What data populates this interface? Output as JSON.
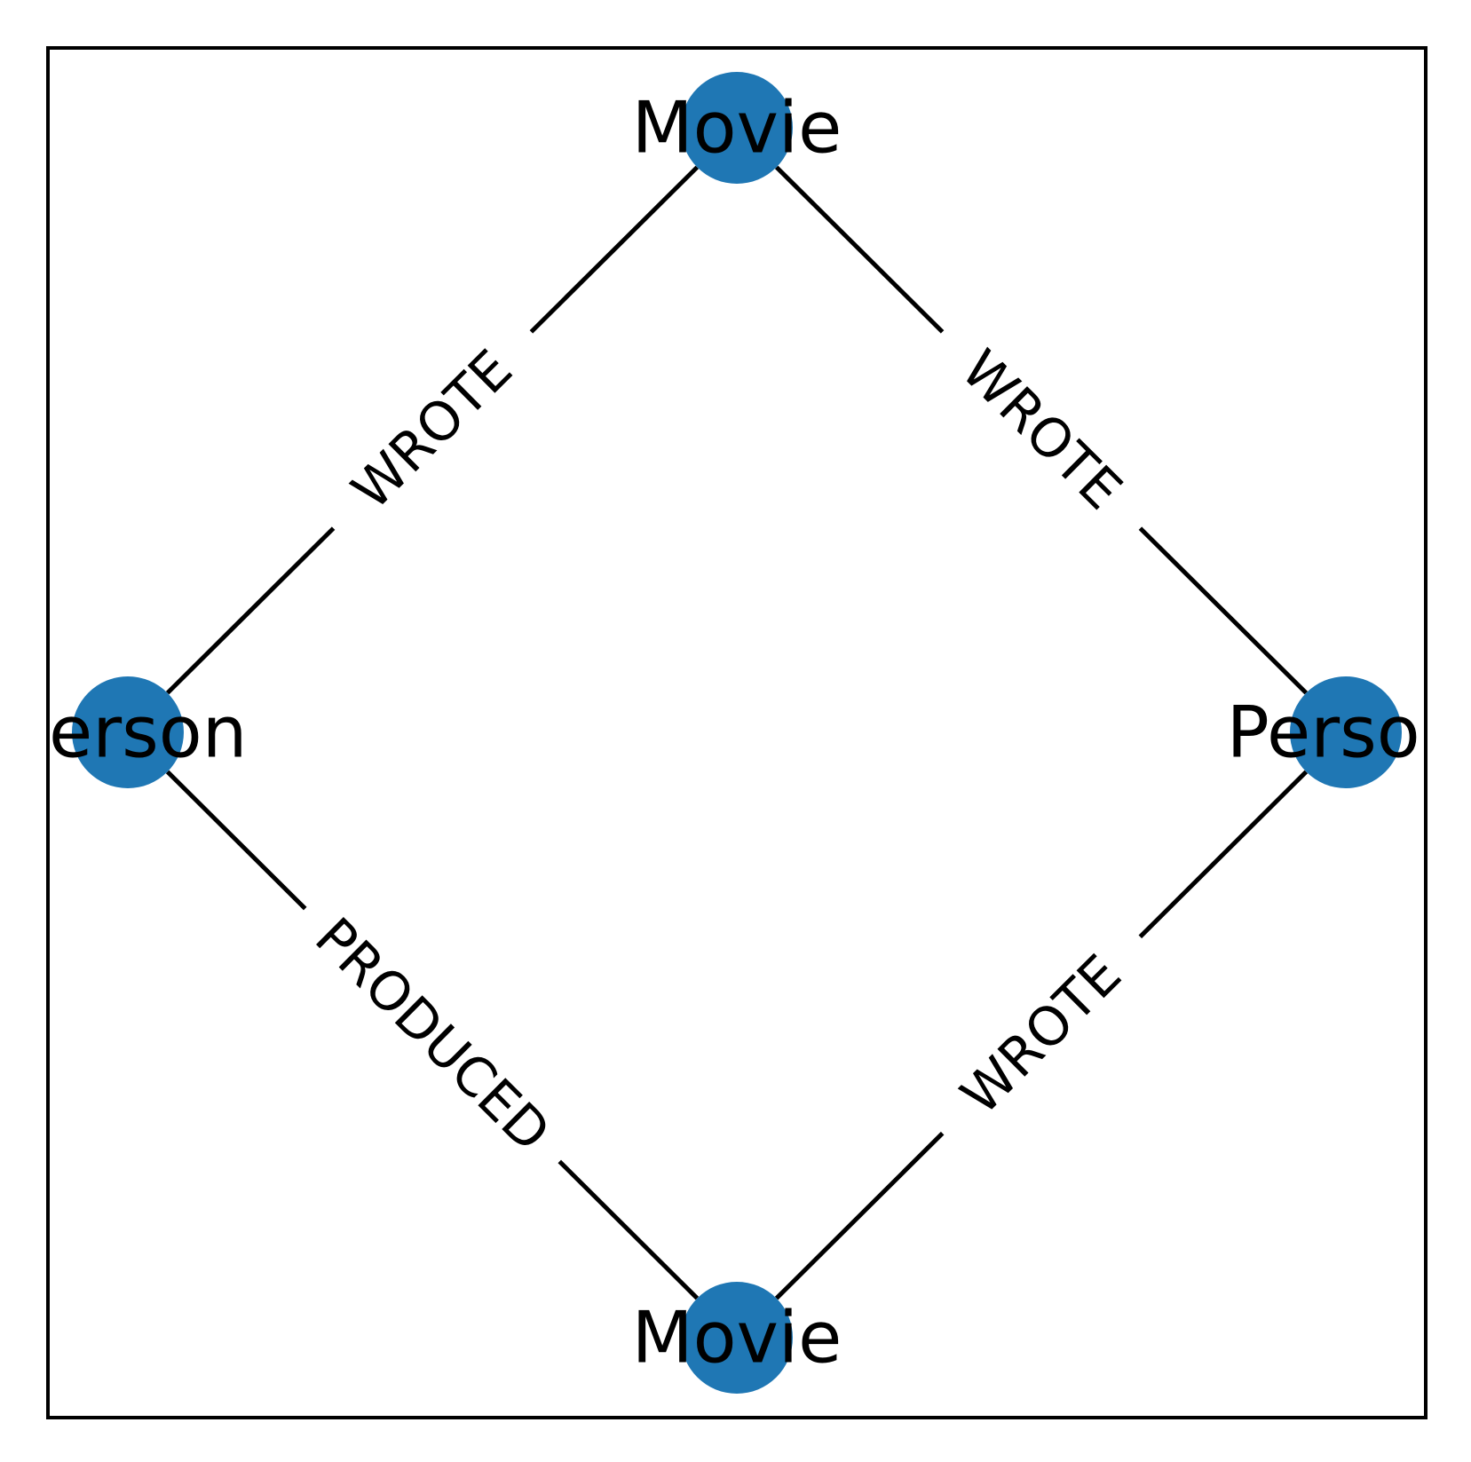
{
  "node_color": "#1f77b4",
  "line_color": "#000000",
  "nodes": [
    {
      "id": "movie-top",
      "label": "Movie"
    },
    {
      "id": "person-left",
      "label": "Person"
    },
    {
      "id": "person-right",
      "label": "Person"
    },
    {
      "id": "movie-bottom",
      "label": "Movie"
    }
  ],
  "edges": [
    {
      "id": "person-left-to-movie-top",
      "source": "person-left",
      "target": "movie-top",
      "label": "WROTE"
    },
    {
      "id": "person-right-to-movie-top",
      "source": "person-right",
      "target": "movie-top",
      "label": "WROTE"
    },
    {
      "id": "person-left-to-movie-bottom",
      "source": "person-left",
      "target": "movie-bottom",
      "label": "PRODUCED"
    },
    {
      "id": "person-right-to-movie-bottom",
      "source": "person-right",
      "target": "movie-bottom",
      "label": "WROTE"
    }
  ]
}
